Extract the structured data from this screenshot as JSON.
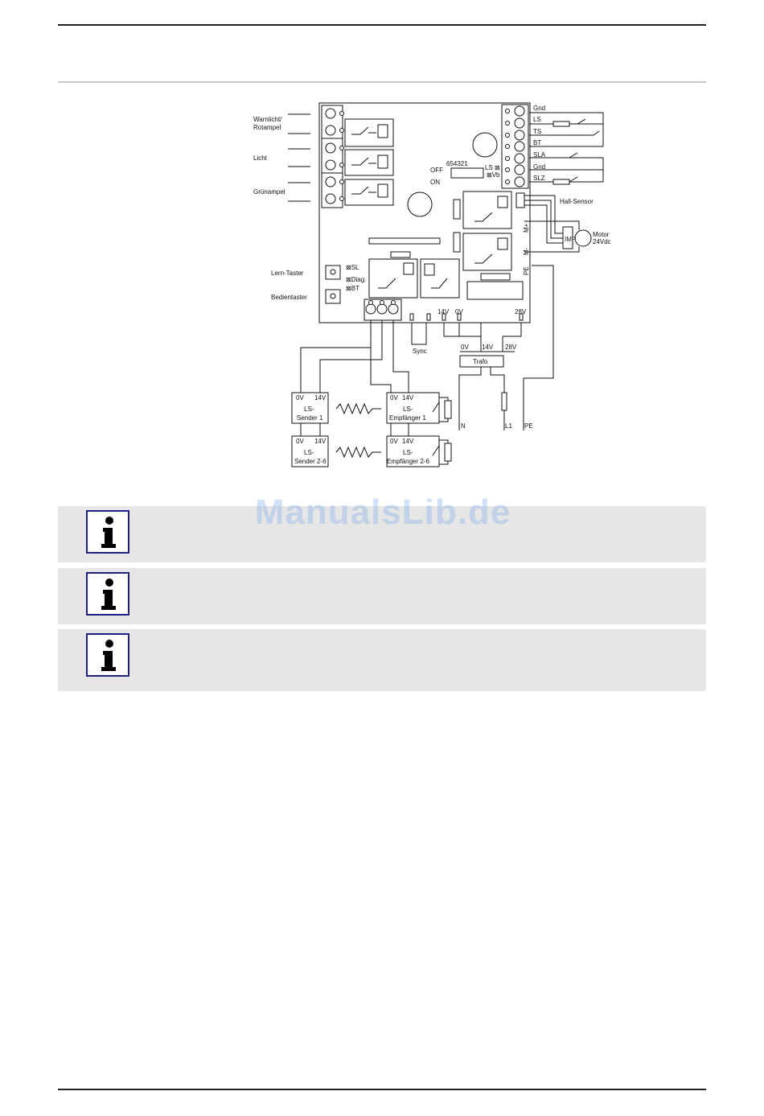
{
  "diagram": {
    "left_labels": {
      "warnlicht": "Warnlicht/",
      "rotampel": "Rotampel",
      "licht": "Licht",
      "gruenampel": "Grünampel",
      "lern_taster": "Lern-Taster",
      "bedientaster": "Bedientaster"
    },
    "right_labels": {
      "gnd1": "Gnd",
      "ls": "LS",
      "ts": "TS",
      "bt": "BT",
      "sla": "SLA",
      "gnd2": "Gnd",
      "slz": "SLZ",
      "hall_sensor": "Hall-Sensor",
      "motor": "Motor",
      "motor_voltage": "24Vdc",
      "imp": "IMP"
    },
    "board_labels": {
      "dip_numbers": "654321",
      "off": "OFF",
      "on": "ON",
      "ls_check": "LS ⊠",
      "vb_check": "⊠Vb",
      "sl_check": "⊠SL",
      "diag_check": "⊠Diag.",
      "bt_check": "⊠BT",
      "m_plus": "M+",
      "m_minus": "M-",
      "pe": "PE",
      "v14": "14V",
      "v0": "0V",
      "v28": "28V"
    },
    "lower_labels": {
      "sync": "Sync",
      "trafo_0v": "0V",
      "trafo_14v": "14V",
      "trafo_28v": "28V",
      "trafo": "Trafo",
      "n": "N",
      "l1": "L1",
      "pe": "PE",
      "sender1_0v": "0V",
      "sender1_14v": "14V",
      "sender1_line1": "LS-",
      "sender1_line2": "Sender 1",
      "recv1_0v": "0V",
      "recv1_14v": "14V",
      "recv1_line1": "LS-",
      "recv1_line2": "Empfänger 1",
      "sender2_0v": "0V",
      "sender2_14v": "14V",
      "sender2_line1": "LS-",
      "sender2_line2": "Sender 2-6",
      "recv2_0v": "0V",
      "recv2_14v": "14V",
      "recv2_line1": "LS-",
      "recv2_line2": "Empfänger 2-6"
    }
  },
  "info_boxes": [
    {
      "icon": "info-icon",
      "letter": "i"
    },
    {
      "icon": "info-icon",
      "letter": "i"
    },
    {
      "icon": "info-icon",
      "letter": "i"
    }
  ],
  "watermark": "ManualsLib.de"
}
